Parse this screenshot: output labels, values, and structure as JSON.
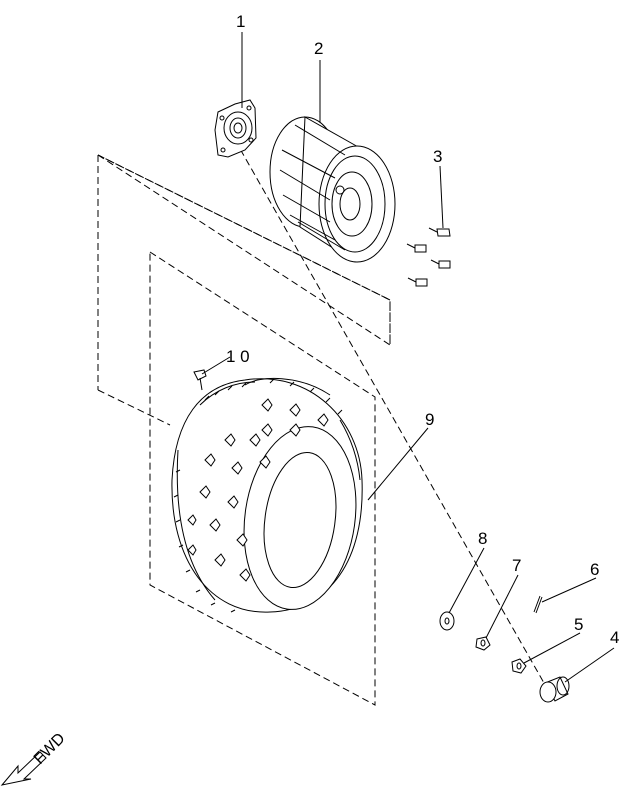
{
  "callouts": [
    {
      "part": "hub",
      "label": "1"
    },
    {
      "part": "wheel-rim",
      "label": "2"
    },
    {
      "part": "wheel-bolt",
      "label": "3"
    },
    {
      "part": "axle-cap",
      "label": "4"
    },
    {
      "part": "castle-nut",
      "label": "5"
    },
    {
      "part": "cotter-pin",
      "label": "6"
    },
    {
      "part": "nut",
      "label": "7"
    },
    {
      "part": "washer",
      "label": "8"
    },
    {
      "part": "tire",
      "label": "9"
    },
    {
      "part": "valve-stem",
      "label": "1 0"
    }
  ],
  "direction_label": "FWD",
  "colors": {
    "line": "#000000",
    "background": "#ffffff"
  }
}
